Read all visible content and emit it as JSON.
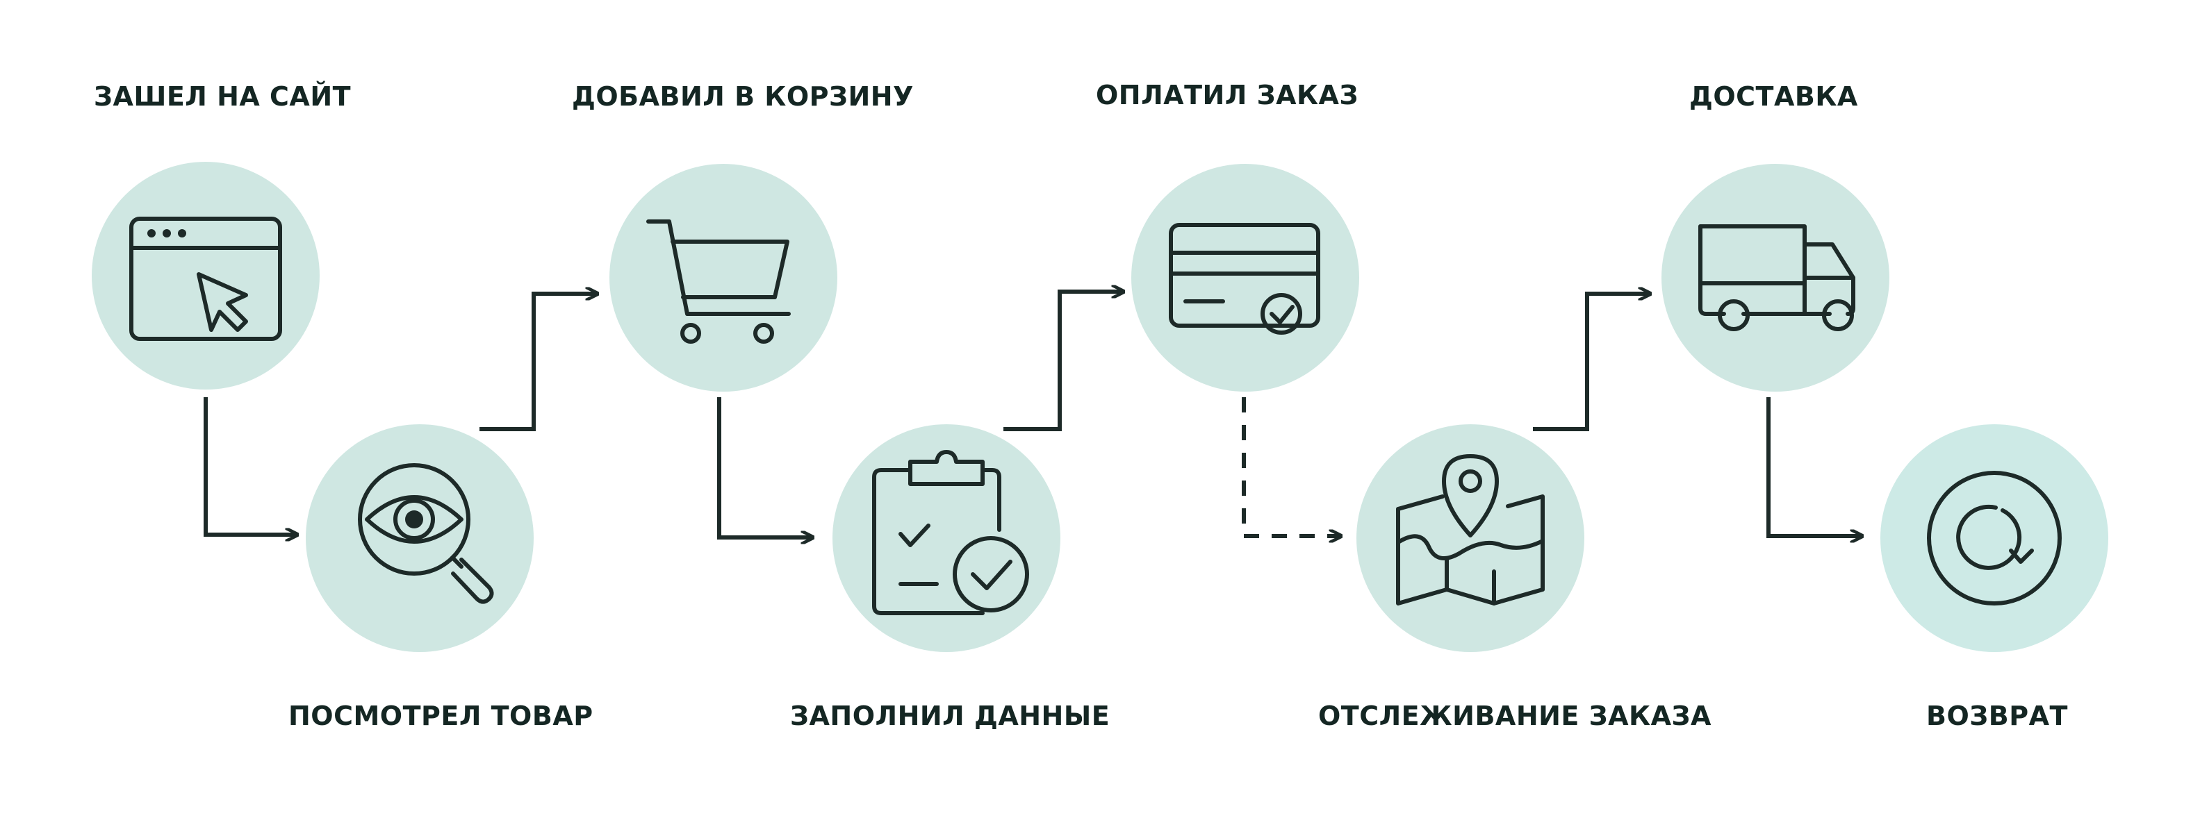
{
  "colors": {
    "circle": "#cfe7e2",
    "circle_alt": "#cdeae6",
    "stroke": "#1d2a28",
    "text": "#142623"
  },
  "steps": [
    {
      "id": "visit",
      "label": "ЗАШЕЛ НА САЙТ",
      "icon": "browser-cursor-icon"
    },
    {
      "id": "view",
      "label": "ПОСМОТРЕЛ ТОВАР",
      "icon": "magnifier-eye-icon"
    },
    {
      "id": "cart",
      "label": "ДОБАВИЛ В КОРЗИНУ",
      "icon": "shopping-cart-icon"
    },
    {
      "id": "form",
      "label": "ЗАПОЛНИЛ ДАННЫЕ",
      "icon": "clipboard-check-icon"
    },
    {
      "id": "pay",
      "label": "ОПЛАТИЛ ЗАКАЗ",
      "icon": "credit-card-check-icon"
    },
    {
      "id": "track",
      "label": "ОТСЛЕЖИВАНИЕ ЗАКАЗА",
      "icon": "map-pin-icon"
    },
    {
      "id": "delivery",
      "label": "ДОСТАВКА",
      "icon": "delivery-truck-icon"
    },
    {
      "id": "return",
      "label": "ВОЗВРАТ",
      "icon": "refresh-cycle-icon"
    }
  ],
  "connectors": [
    {
      "from": "visit",
      "to": "view",
      "style": "solid"
    },
    {
      "from": "view",
      "to": "cart",
      "style": "solid"
    },
    {
      "from": "cart",
      "to": "form",
      "style": "solid"
    },
    {
      "from": "form",
      "to": "pay",
      "style": "solid"
    },
    {
      "from": "pay",
      "to": "track",
      "style": "dashed"
    },
    {
      "from": "track",
      "to": "delivery",
      "style": "solid"
    },
    {
      "from": "delivery",
      "to": "return",
      "style": "solid"
    }
  ]
}
